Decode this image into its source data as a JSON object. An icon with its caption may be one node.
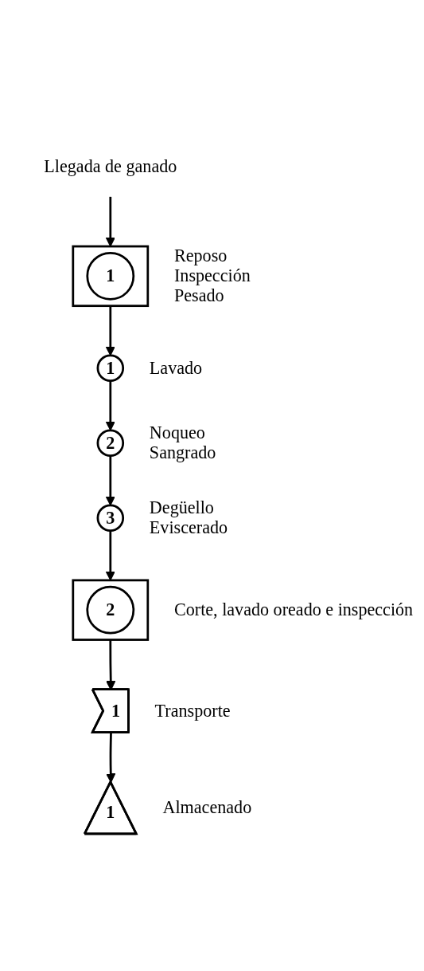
{
  "diagram": {
    "nodes": [
      {
        "text": [
          "Llegada de ganado"
        ]
      },
      {
        "text": [
          "1"
        ],
        "beside": [
          "Reposo",
          "Inspección",
          "Pesado"
        ]
      },
      {
        "text": [
          "1"
        ],
        "beside": [
          "Lavado"
        ]
      },
      {
        "text": [
          "2"
        ],
        "beside": [
          "Noqueo",
          "Sangrado"
        ]
      },
      {
        "text": [
          "3"
        ],
        "beside": [
          "Degüello",
          "Eviscerado"
        ]
      },
      {
        "text": [
          "2"
        ],
        "beside": [
          "Corte, lavado oreado e inspección"
        ]
      },
      {
        "text": [
          "1"
        ],
        "beside": [
          "Transporte"
        ]
      },
      {
        "text": [
          "1"
        ],
        "beside": [
          "Almacenado"
        ]
      }
    ],
    "edges": [
      {
        "from": 0,
        "to": 1,
        "arrow": "to"
      },
      {
        "from": 1,
        "to": 2,
        "arrow": "to"
      },
      {
        "from": 2,
        "to": 3,
        "arrow": "to"
      },
      {
        "from": 3,
        "to": 4,
        "arrow": "to"
      },
      {
        "from": 4,
        "to": 5,
        "arrow": "to"
      },
      {
        "from": 5,
        "to": 6,
        "arrow": "to"
      },
      {
        "from": 6,
        "to": 7,
        "arrow": "to"
      }
    ]
  }
}
